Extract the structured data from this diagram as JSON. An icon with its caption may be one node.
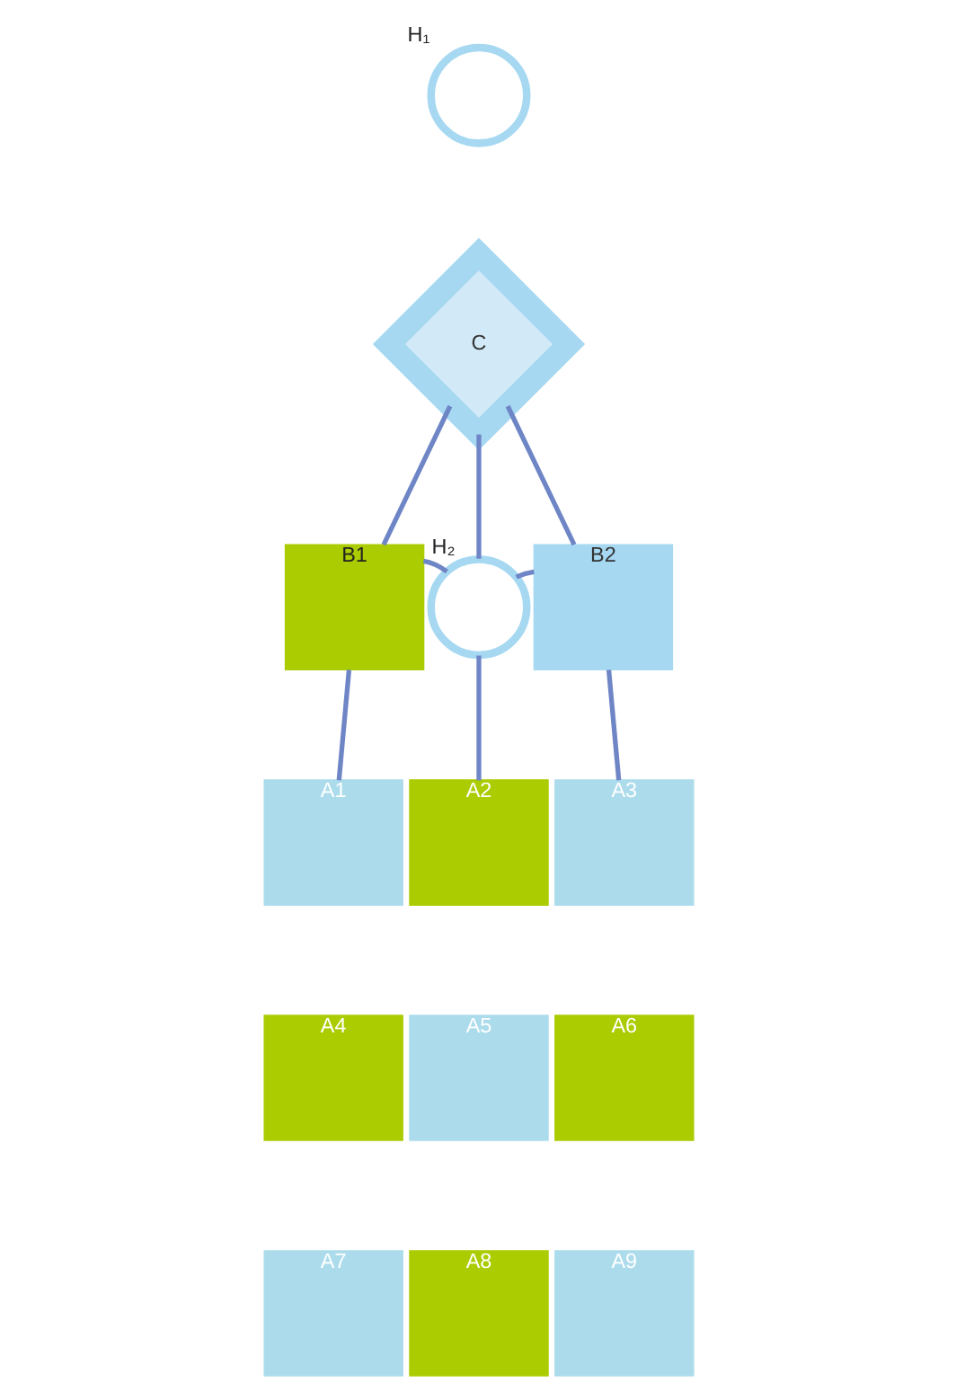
{
  "diagram": {
    "nodes": [
      {
        "text": [],
        "shape": "circle",
        "beside": [
          "H₁"
        ]
      },
      {
        "text": [
          "C"
        ]
      },
      {
        "text": [
          "B1"
        ]
      },
      {
        "text": [],
        "shape": "circle",
        "beside": [
          "H₂"
        ]
      },
      {
        "text": [
          "B2"
        ]
      },
      {
        "text": [
          "A1"
        ]
      },
      {
        "text": [
          "A2"
        ]
      },
      {
        "text": [
          "A3"
        ]
      },
      {
        "text": [
          "A4"
        ]
      },
      {
        "text": [
          "A5"
        ]
      },
      {
        "text": [
          "A6"
        ]
      },
      {
        "text": [
          "A7"
        ]
      },
      {
        "text": [
          "A8"
        ]
      },
      {
        "text": [
          "A9"
        ]
      }
    ],
    "edges": [
      {
        "from": 1,
        "to": 2,
        "arrow": "none"
      },
      {
        "from": 1,
        "to": 4,
        "arrow": "none"
      },
      {
        "from": 1,
        "to": 3,
        "arrow": "none"
      },
      {
        "from": 2,
        "to": 3,
        "arrow": "none"
      },
      {
        "from": 3,
        "to": 4,
        "arrow": "none"
      },
      {
        "from": 2,
        "to": 5,
        "arrow": "none"
      },
      {
        "from": 3,
        "to": 6,
        "arrow": "none"
      },
      {
        "from": 4,
        "to": 7,
        "arrow": "none"
      }
    ]
  }
}
